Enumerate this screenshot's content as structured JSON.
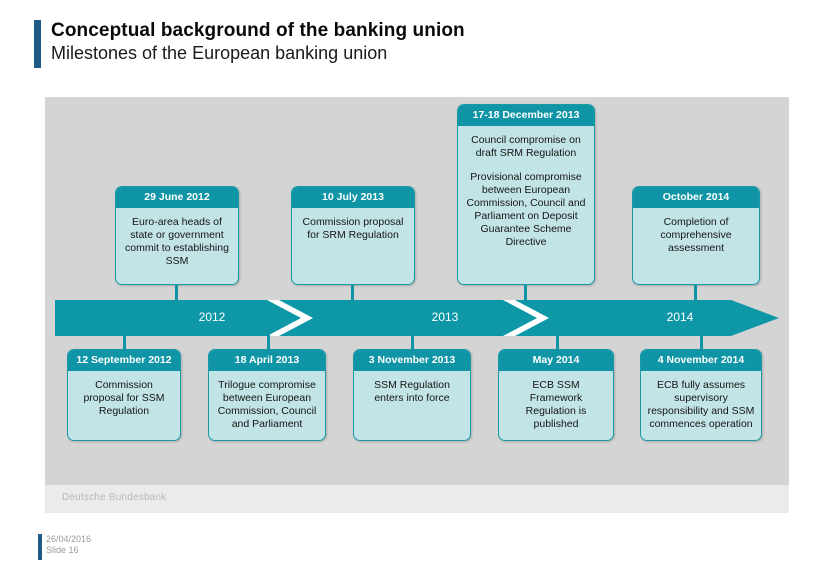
{
  "title": {
    "main": "Conceptual background of the banking union",
    "sub": "Milestones of the European banking union"
  },
  "timeline": {
    "years": [
      "2012",
      "2013",
      "2014"
    ],
    "above_boxes": [
      {
        "date": "29 June 2012",
        "paragraphs": [
          "Euro-area heads of state or government commit to establishing SSM"
        ]
      },
      {
        "date": "10 July 2013",
        "paragraphs": [
          "Commission proposal for SRM Regulation"
        ]
      },
      {
        "date": "17-18 December 2013",
        "paragraphs": [
          "Council compromise on draft SRM Regulation",
          "Provisional compromise between European Commission, Council and Parliament on Deposit Guarantee Scheme Directive"
        ]
      },
      {
        "date": "October 2014",
        "paragraphs": [
          "Completion of comprehensive assessment"
        ]
      }
    ],
    "below_boxes": [
      {
        "date": "12 September 2012",
        "paragraphs": [
          "Commission proposal for SSM Regulation"
        ]
      },
      {
        "date": "18 April 2013",
        "paragraphs": [
          "Trilogue compromise between European Commission, Council and Parliament"
        ]
      },
      {
        "date": "3 November 2013",
        "paragraphs": [
          "SSM Regulation enters into force"
        ]
      },
      {
        "date": "May 2014",
        "paragraphs": [
          "ECB SSM Framework Regulation is published"
        ]
      },
      {
        "date": "4 November 2014",
        "paragraphs": [
          "ECB fully assumes supervisory responsibility and SSM commences operation"
        ]
      }
    ]
  },
  "footer": {
    "organisation": "Deutsche Bundesbank"
  },
  "slide_meta": {
    "date": "26/04/2016",
    "slide_number": "Slide 16"
  },
  "colors": {
    "accent_blue": "#1f5b87",
    "teal_header": "#0f95a5",
    "teal_border": "#1b9aa6",
    "box_body": "#c3e4e6",
    "canvas_gray": "#d4d4d4"
  }
}
